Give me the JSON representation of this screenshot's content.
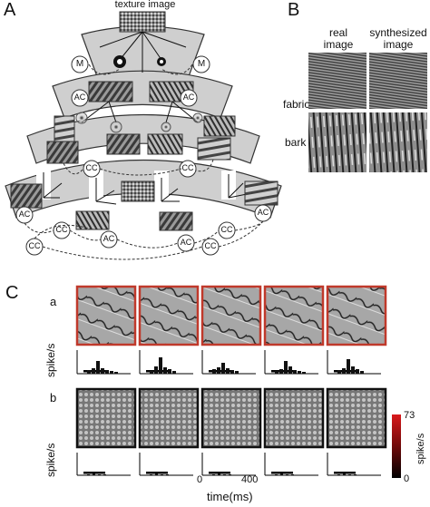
{
  "panels": {
    "A": "A",
    "B": "B",
    "C": "C",
    "Ca": "a",
    "Cb": "b"
  },
  "panelA": {
    "texture_image_label": "texture image",
    "nodes": {
      "M": "M",
      "AC": "AC",
      "CC": "CC"
    }
  },
  "panelB": {
    "col_real": "real\nimage",
    "col_synth": "synthesized\nimage",
    "row_fabric": "fabric",
    "row_bark": "bark"
  },
  "panelC": {
    "ylabel": "spike/s",
    "xlabel": "time(ms)",
    "x_ticks": [
      "0",
      "400"
    ],
    "colorbar": {
      "max": "73",
      "min": "0",
      "unit": "spike/s",
      "colors": [
        "#d8191c",
        "#000000"
      ]
    },
    "row_a_count": 5,
    "row_b_count": 5
  },
  "colors": {
    "ring": "#cfcfcf",
    "ring_stroke": "#333333",
    "red_frame": "#c0392b",
    "black_frame": "#111111"
  }
}
